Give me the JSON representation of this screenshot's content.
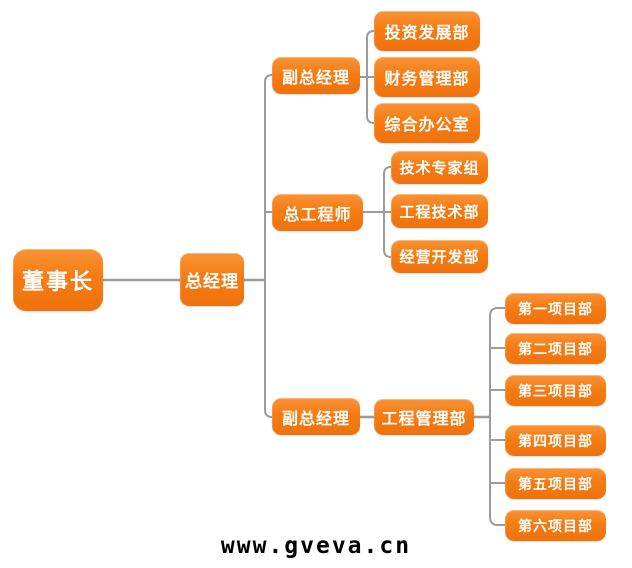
{
  "org_chart": {
    "chairman": {
      "label": "董事长"
    },
    "general_manager": {
      "label": "总经理"
    },
    "branches": [
      {
        "label": "副总经理",
        "children": [
          {
            "label": "投资发展部"
          },
          {
            "label": "财务管理部"
          },
          {
            "label": "综合办公室"
          }
        ]
      },
      {
        "label": "总工程师",
        "children": [
          {
            "label": "技术专家组"
          },
          {
            "label": "工程技术部"
          },
          {
            "label": "经营开发部"
          }
        ]
      },
      {
        "label": "副总经理",
        "children": [
          {
            "label": "工程管理部",
            "children": [
              {
                "label": "第一项目部"
              },
              {
                "label": "第二项目部"
              },
              {
                "label": "第三项目部"
              },
              {
                "label": "第四项目部"
              },
              {
                "label": "第五项目部"
              },
              {
                "label": "第六项目部"
              }
            ]
          }
        ]
      }
    ]
  },
  "watermark": {
    "text": "www.gveva.cn"
  },
  "colors": {
    "background": "#FFFFFF",
    "node_top": "#FA9336",
    "node_fill": "#F57C14",
    "node_bottom": "#EF720D",
    "node_text": "#FFFFFF",
    "connector": "#9C9C9C",
    "watermark": "#000000"
  }
}
